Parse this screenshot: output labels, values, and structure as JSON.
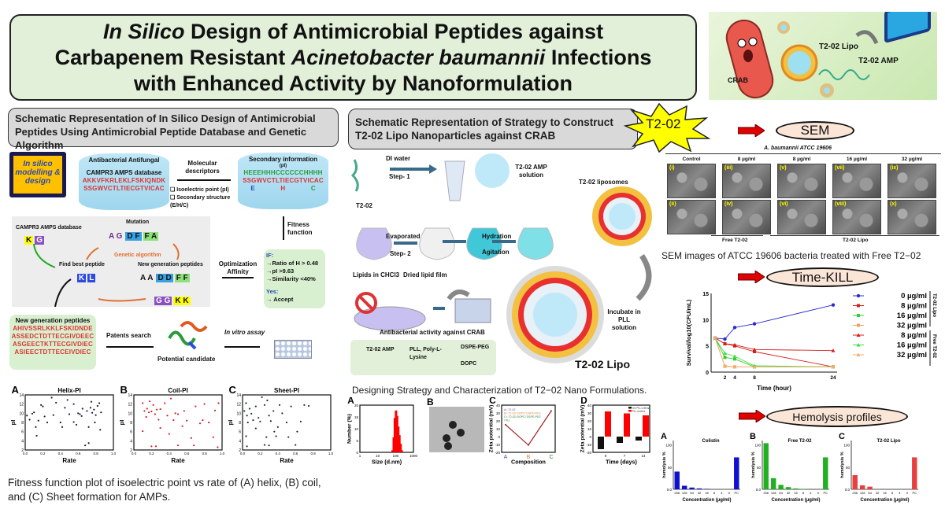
{
  "title": {
    "line1_italic": "In Silico",
    "line1_rest": " Design of Antimicrobial Peptides against",
    "line2_a": "Carbapenem Resistant ",
    "line2_italic": "Acinetobacter baumannii",
    "line2_b": " Infections",
    "line3": "with Enhanced Activity by Nanoformulation"
  },
  "hero": {
    "crab": "CRAB",
    "lipo": "T2-02 Lipo",
    "amp": "T2-02 AMP"
  },
  "left": {
    "header": "Schematic Representation of In Silico Design of Antimicrobial Peptides Using Antimicrobial Peptide Database and Genetic Algorithm",
    "computer": "In silico modelling & design",
    "db1_title": "Antibacterial Antifungal",
    "db1_name": "CAMPR3 AMPS database",
    "db1_seq1": "AKKVFKRLEKLFSKIQNDK",
    "db1_seq2": "SSGWVCTLTIECGTVICAC",
    "mol_desc": "Molecular descriptors",
    "desc1": "❑ Isoelectric point (pI)",
    "desc2": "❑ Secondary structure",
    "desc3": "(E/H/C)",
    "db2_title": "Secondary information",
    "db2_sub": "(pI)",
    "db2_seq1": "HEEEHHHCCCCCCHHHH",
    "db2_seq2": "SSGWVCTLTIECGTVICAC",
    "ss_e": "E",
    "ss_h": "H",
    "ss_c": "C",
    "fitness": "Fitness function",
    "if_box": {
      "if": "IF:",
      "r1": "→Ratio of H > 0.48",
      "r2": "→pI >9.63",
      "r3": "→Similarity <40%",
      "yes": "Yes:",
      "accept": "→ Accept"
    },
    "optimization": "Optimization Affinity",
    "ga": {
      "db": "CAMPR3 AMPS database",
      "kg": [
        "K",
        "G"
      ],
      "mutation": "Mutation",
      "mut": [
        "A G",
        "D F",
        "F A"
      ],
      "label": "Genetic algorithm",
      "find": "Find best peptide",
      "kl": [
        "K",
        "L"
      ],
      "newgen": "New generation peptides",
      "ng": [
        "A A",
        "D D",
        "F F"
      ],
      "kids": [
        "G G",
        "K K"
      ]
    },
    "newgen_title": "New generation peptides",
    "newgen_seqs": [
      "AHIVSSRLKKLFSKIDNDE",
      "ASSEDCTDTTECGIVDEEC",
      "ASGEECTKTTECGIVDIEC",
      "ASIEECTDTTECEIVDIEC"
    ],
    "patents": "Patents search",
    "candidate": "Potential candidate",
    "invitro": "In vitro assay",
    "caption": "Fitness function plot of isoelectric point vs rate of (A) helix, (B) coil, and (C) Sheet formation for AMPs."
  },
  "middle": {
    "header": "Schematic Representation of Strategy to Construct T2-02 Lipo Nanoparticles against CRAB",
    "star": "T2-02",
    "di_water": "DI water",
    "step1": "Step- 1",
    "t202": "T2-02",
    "amp_solution": "T2-02 AMP solution",
    "liposomes": "T2-02 liposomes",
    "evaporated": "Evaporated",
    "step2": "Step- 2",
    "lipids": "Lipids in CHCl3",
    "dried": "Dried lipid film",
    "hydration": "Hydration",
    "agitation": "Agitation",
    "incubate": "Incubate in PLL solution",
    "antibacterial": "Antibacterial activity against CRAB",
    "lipo_label": "T2-02 Lipo",
    "legend": {
      "amp": "T2-02 AMP",
      "pll": "PLL, Poly-L-Lysine",
      "dspe": "DSPE-PEG",
      "dopc": "DOPC"
    },
    "caption": "Designing Strategy and Characterization of T2−02 Nano Formulations."
  },
  "right": {
    "sem_label": "SEM",
    "sem_title": "A. baumannii  ATCC 19606",
    "sem_cols": [
      "Control",
      "8 µg/ml",
      "8 µg/ml",
      "16 µg/ml",
      "32 µg/ml"
    ],
    "sem_panels": [
      "(i)",
      "(iii)",
      "(v)",
      "(vii)",
      "(ix)",
      "(ii)",
      "(iv)",
      "(vi)",
      "(viii)",
      "(x)"
    ],
    "sem_groups": [
      "Free T2-02",
      "T2-02 Lipo"
    ],
    "sem_caption": "SEM images of ATCC 19606 bacteria treated with Free T2−02",
    "timekill_label": "Time-KILL",
    "hemolysis_label": "Hemolysis profiles"
  },
  "colors": {
    "title_bg": "#e2f0d9",
    "header_bg": "#d9d9d9",
    "ellipse_bg": "#fbe5d6",
    "arrow": "#e00000",
    "star": "#ffff00"
  },
  "chart_data": [
    {
      "id": "helix",
      "type": "scatter",
      "panel": "A",
      "title": "Helix-PI",
      "xlabel": "Rate",
      "ylabel": "pI",
      "xlim": [
        0,
        1
      ],
      "ylim": [
        2,
        14
      ],
      "xticks": [
        "0.0",
        "0.2",
        "0.4",
        "0.6",
        "0.8",
        "1.0"
      ],
      "yticks": [
        "2",
        "4",
        "6",
        "8",
        "10",
        "12",
        "14"
      ],
      "color": "#1a1a40",
      "points": [
        [
          0.02,
          9.5
        ],
        [
          0.05,
          8.6
        ],
        [
          0.1,
          10.2
        ],
        [
          0.12,
          7
        ],
        [
          0.13,
          5.1
        ],
        [
          0.15,
          8.4
        ],
        [
          0.18,
          11.8
        ],
        [
          0.22,
          9.3
        ],
        [
          0.25,
          8
        ],
        [
          0.3,
          13.4
        ],
        [
          0.32,
          9.6
        ],
        [
          0.35,
          12.3
        ],
        [
          0.4,
          8
        ],
        [
          0.45,
          11.2
        ],
        [
          0.48,
          12.9
        ],
        [
          0.5,
          9.8
        ],
        [
          0.55,
          12
        ],
        [
          0.58,
          7.5
        ],
        [
          0.6,
          10
        ],
        [
          0.62,
          9.8
        ],
        [
          0.65,
          11
        ],
        [
          0.68,
          3
        ],
        [
          0.7,
          10.5
        ],
        [
          0.72,
          3.5
        ],
        [
          0.74,
          11.2
        ],
        [
          0.75,
          12.5
        ],
        [
          0.76,
          10.1
        ],
        [
          0.78,
          10.8
        ],
        [
          0.8,
          9.6
        ],
        [
          0.82,
          11.6
        ],
        [
          0.85,
          6.4
        ],
        [
          0.86,
          10.2
        ],
        [
          0.72,
          7
        ],
        [
          0.64,
          9.4
        ],
        [
          0.2,
          11.5
        ],
        [
          0.08,
          9.9
        ],
        [
          0.42,
          7
        ],
        [
          0.55,
          8.1
        ],
        [
          0.79,
          8
        ],
        [
          0.84,
          12.2
        ]
      ]
    },
    {
      "id": "coil",
      "type": "scatter",
      "panel": "B",
      "title": "Coil-PI",
      "xlabel": "Rate",
      "ylabel": "pI",
      "xlim": [
        0,
        1
      ],
      "ylim": [
        2,
        14
      ],
      "xticks": [
        "0.0",
        "0.2",
        "0.4",
        "0.6",
        "0.8",
        "1.0"
      ],
      "yticks": [
        "2",
        "4",
        "6",
        "8",
        "10",
        "12",
        "14"
      ],
      "color": "#d42020",
      "points": [
        [
          0.1,
          12.2
        ],
        [
          0.12,
          10.5
        ],
        [
          0.15,
          11
        ],
        [
          0.18,
          12.6
        ],
        [
          0.2,
          10.4
        ],
        [
          0.22,
          11.8
        ],
        [
          0.24,
          9.8
        ],
        [
          0.26,
          10.8
        ],
        [
          0.14,
          9.2
        ],
        [
          0.3,
          10.9
        ],
        [
          0.35,
          12.2
        ],
        [
          0.38,
          9.5
        ],
        [
          0.42,
          13.2
        ],
        [
          0.45,
          8.5
        ],
        [
          0.5,
          9.8
        ],
        [
          0.55,
          7.2
        ],
        [
          0.6,
          8.4
        ],
        [
          0.65,
          4.6
        ],
        [
          0.7,
          11.5
        ],
        [
          0.75,
          7.8
        ],
        [
          0.8,
          12
        ],
        [
          0.85,
          8
        ],
        [
          0.9,
          4.8
        ],
        [
          0.95,
          2.6
        ],
        [
          0.96,
          12.2
        ],
        [
          0.2,
          2.8
        ],
        [
          0.25,
          2.8
        ],
        [
          0.1,
          6.1
        ],
        [
          0.3,
          6.8
        ],
        [
          0.4,
          5.5
        ],
        [
          0.5,
          3
        ],
        [
          0.68,
          3
        ],
        [
          0.78,
          8.5
        ],
        [
          0.92,
          10.6
        ],
        [
          0.17,
          10.2
        ],
        [
          0.28,
          8.6
        ],
        [
          0.47,
          10
        ],
        [
          0.57,
          10.5
        ]
      ]
    },
    {
      "id": "sheet",
      "type": "scatter",
      "panel": "C",
      "title": "Sheet-PI",
      "xlabel": "Rate",
      "ylabel": "pI",
      "xlim": [
        0,
        1
      ],
      "ylim": [
        2,
        14
      ],
      "xticks": [
        "0.0",
        "0.2",
        "0.4",
        "0.6",
        "0.8",
        "1.0"
      ],
      "yticks": [
        "2",
        "4",
        "6",
        "8",
        "10",
        "12",
        "14"
      ],
      "color": "#1a3a1a",
      "points": [
        [
          0.02,
          10.5
        ],
        [
          0.04,
          12.2
        ],
        [
          0.05,
          9.5
        ],
        [
          0.06,
          8
        ],
        [
          0.08,
          11
        ],
        [
          0.1,
          9.9
        ],
        [
          0.12,
          8.5
        ],
        [
          0.15,
          11.5
        ],
        [
          0.18,
          9
        ],
        [
          0.2,
          8.2
        ],
        [
          0.22,
          13.5
        ],
        [
          0.25,
          11.8
        ],
        [
          0.28,
          12.8
        ],
        [
          0.3,
          9.5
        ],
        [
          0.32,
          8.3
        ],
        [
          0.35,
          10.5
        ],
        [
          0.38,
          5
        ],
        [
          0.4,
          7
        ],
        [
          0.42,
          11.8
        ],
        [
          0.45,
          10
        ],
        [
          0.5,
          8
        ],
        [
          0.52,
          4.8
        ],
        [
          0.55,
          11.5
        ],
        [
          0.6,
          3.1
        ],
        [
          0.62,
          6
        ],
        [
          0.66,
          8.2
        ],
        [
          0.7,
          11.8
        ],
        [
          0.75,
          11.6
        ],
        [
          0.05,
          2.8
        ],
        [
          0.25,
          3.1
        ],
        [
          0.3,
          3
        ],
        [
          0.27,
          4.8
        ],
        [
          0.36,
          6
        ],
        [
          0.04,
          5
        ],
        [
          0.15,
          6.7
        ]
      ]
    },
    {
      "id": "size",
      "type": "bar",
      "panel": "A",
      "xlabel": "Size (d.nm)",
      "ylabel": "Number (%)",
      "xscale": "log",
      "xlim": [
        1,
        1000
      ],
      "ylim": [
        0,
        22
      ],
      "xticks": [
        "1",
        "10",
        "100",
        "1000"
      ],
      "yticks": [
        "0",
        "5",
        "10",
        "15",
        "20"
      ],
      "x": [
        68,
        79,
        91,
        106,
        122,
        142,
        164,
        190,
        220
      ],
      "values": [
        1,
        7,
        16,
        19.5,
        17,
        12,
        8,
        4,
        1
      ]
    },
    {
      "id": "zeta_comp",
      "type": "line",
      "panel": "C",
      "xlabel": "Composition",
      "ylabel": "Zeta potential (mV)",
      "ylim": [
        -25,
        40
      ],
      "yticks": [
        "-20",
        "-10",
        "0",
        "10",
        "20",
        "30",
        "40"
      ],
      "categories": [
        "A",
        "B",
        "C"
      ],
      "values": [
        13,
        -15,
        32
      ],
      "legend": [
        "A= T2-02",
        "B= T2-02/ DOPC/ DSPE-PEG",
        "C= T2-02/ DOPC/ DSPE-PEG",
        "/ PLL"
      ]
    },
    {
      "id": "zeta_time",
      "type": "bar",
      "panel": "D",
      "xlabel": "Time (days)",
      "ylabel": "Zeta potential (mV)",
      "ylim": [
        -20,
        40
      ],
      "yticks": [
        "-20",
        "-10",
        "0",
        "10",
        "20",
        "30",
        "40"
      ],
      "categories": [
        "0",
        "7",
        "14"
      ],
      "series": [
        {
          "name": "w/o PLL coating",
          "values": [
            -16,
            -8,
            -5
          ],
          "color": "#111111"
        },
        {
          "name": "PLL coating",
          "values": [
            32,
            29.5,
            27
          ],
          "color": "#ff0000"
        }
      ]
    },
    {
      "id": "timekill",
      "type": "line",
      "xlabel": "Time (hour)",
      "ylabel": "Survival/log10(CFU/mL)",
      "xlim": [
        0,
        24
      ],
      "ylim": [
        0,
        15
      ],
      "xticks": [
        "2",
        "4",
        "8",
        "24"
      ],
      "yticks": [
        "0",
        "5",
        "10",
        "15"
      ],
      "x": [
        0,
        2,
        4,
        8,
        24
      ],
      "group_labels": [
        "T2-02 Lipo",
        "Free T2-02"
      ],
      "series": [
        {
          "name": "0 µg/ml",
          "values": [
            6.5,
            6.3,
            8.5,
            9.2,
            12.8
          ],
          "color": "#2a2ad0",
          "marker": "circle"
        },
        {
          "name": "8 µg/ml",
          "values": [
            6.5,
            5.4,
            5.0,
            3.9,
            1.0
          ],
          "color": "#d42020",
          "marker": "square"
        },
        {
          "name": "16 µg/ml",
          "values": [
            6.5,
            2.8,
            2.5,
            1.0,
            1.0
          ],
          "color": "#33cc33",
          "marker": "square"
        },
        {
          "name": "32 µg/ml",
          "values": [
            6.5,
            1.1,
            1.0,
            1.0,
            1.0
          ],
          "color": "#f0a060",
          "marker": "square"
        },
        {
          "name": "8 µg/ml",
          "values": [
            6.5,
            5.4,
            5.2,
            4.3,
            4.1
          ],
          "color": "#d42020",
          "marker": "triangle"
        },
        {
          "name": "16 µg/ml",
          "values": [
            6.5,
            3.6,
            3.0,
            1.2,
            1.0
          ],
          "color": "#44dd44",
          "marker": "triangle"
        },
        {
          "name": "32 µg/ml",
          "values": [
            6.5,
            1.2,
            1.0,
            1.0,
            1.0
          ],
          "color": "#f5b070",
          "marker": "triangle"
        }
      ]
    },
    {
      "id": "hemo_a",
      "type": "bar",
      "panel": "A",
      "title": "Colistin",
      "xlabel": "Concentration (µg/ml)",
      "ylabel": "hemolysis %",
      "ylim": [
        0,
        110
      ],
      "yticks": [
        "0.0",
        "50",
        "100"
      ],
      "categories": [
        "256",
        "128",
        "64",
        "32",
        "16",
        "8",
        "4",
        "0",
        "PC"
      ],
      "values": [
        40,
        8,
        4,
        2,
        1,
        0,
        0,
        0,
        72
      ],
      "color": "#1010d0"
    },
    {
      "id": "hemo_b",
      "type": "bar",
      "panel": "B",
      "title": "Free T2-02",
      "xlabel": "Concentration (µg/ml)",
      "ylabel": "hemolysis %",
      "ylim": [
        0,
        110
      ],
      "yticks": [
        "0.0",
        "50",
        "100"
      ],
      "categories": [
        "256",
        "128",
        "64",
        "32",
        "16",
        "8",
        "4",
        "0",
        "PC"
      ],
      "values": [
        104,
        25,
        10,
        5,
        2,
        1,
        0,
        0,
        72
      ],
      "color": "#20b020"
    },
    {
      "id": "hemo_c",
      "type": "bar",
      "panel": "C",
      "title": "T2-02 Lipo",
      "xlabel": "Concentration (µg/ml)",
      "ylabel": "hemolysis %",
      "ylim": [
        0,
        110
      ],
      "yticks": [
        "0.0",
        "50",
        "100"
      ],
      "categories": [
        "256",
        "128",
        "64",
        "32",
        "16",
        "8",
        "4",
        "0",
        "PC"
      ],
      "values": [
        32,
        9,
        6,
        0,
        0,
        0,
        0,
        0,
        72
      ],
      "color": "#e84040"
    }
  ]
}
